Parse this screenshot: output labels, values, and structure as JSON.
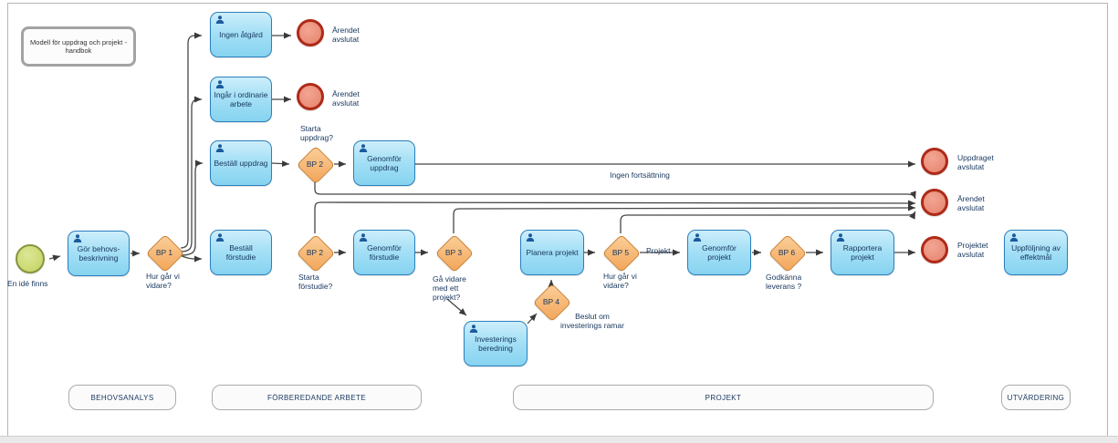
{
  "annotation": {
    "label": "Modell för uppdrag och projekt - handbok"
  },
  "start_event": {
    "label": "En idé finns"
  },
  "tasks": [
    {
      "label": "Gör behovs-beskrivning"
    },
    {
      "label": "Ingen åtgärd"
    },
    {
      "label": "Ingår i ordinarie arbete"
    },
    {
      "label": "Beställ uppdrag"
    },
    {
      "label": "Beställ förstudie"
    },
    {
      "label": "Genomför uppdrag"
    },
    {
      "label": "Genomför förstudie"
    },
    {
      "label": "Planera projekt"
    },
    {
      "label": "Genomför projekt"
    },
    {
      "label": "Rapportera projekt"
    },
    {
      "label": "Investerings beredning"
    },
    {
      "label": "Uppföljning av effektmål"
    }
  ],
  "gateways": [
    {
      "label": "BP 1",
      "question": "Hur går vi vidare?"
    },
    {
      "label": "BP 2",
      "question": "Starta uppdrag?"
    },
    {
      "label": "BP 2",
      "question": "Starta förstudie?"
    },
    {
      "label": "BP 3",
      "question": "Gå vidare med ett projekt?"
    },
    {
      "label": "BP 4",
      "question": "Beslut om investerings ramar"
    },
    {
      "label": "BP 5",
      "question": "Hur går vi vidare?"
    },
    {
      "label": "BP 6",
      "question": "Godkänna leverans ?"
    }
  ],
  "end_events": [
    {
      "label": "Ärendet avslutat"
    },
    {
      "label": "Ärendet avslutat"
    },
    {
      "label": "Uppdraget avslutat"
    },
    {
      "label": "Ärendet avslutat"
    },
    {
      "label": "Projektet avslutat"
    }
  ],
  "flow_labels": {
    "ingen_fortsattning": "Ingen fortsättning",
    "projekt": "Projekt"
  },
  "phases": [
    {
      "label": "BEHOVSANALYS"
    },
    {
      "label": "FÖRBEREDANDE ARBETE"
    },
    {
      "label": "PROJEKT"
    },
    {
      "label": "UTVÄRDERING"
    }
  ],
  "colors": {
    "task_fill": "#9FDDF5",
    "task_border": "#2B7FBE",
    "gateway_fill": "#F5AF63",
    "gateway_border": "#C97B28",
    "end_fill": "#E98B76",
    "end_border": "#AE2A18",
    "start_fill": "#CBD96A",
    "start_border": "#85953C",
    "text": "#17365D",
    "connector": "#464646"
  }
}
